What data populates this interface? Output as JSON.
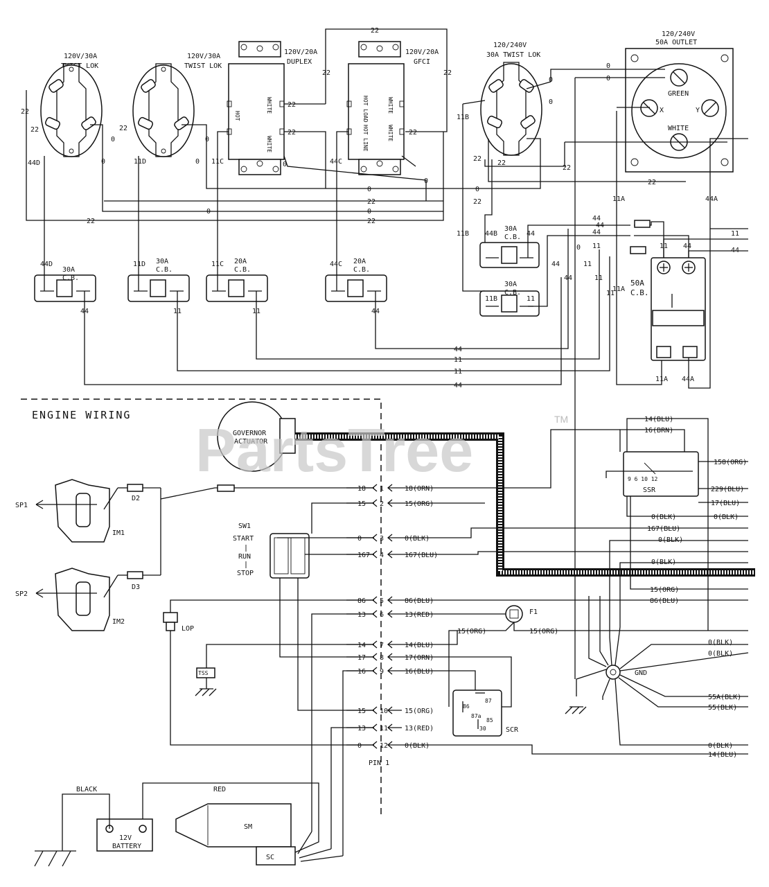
{
  "watermark": {
    "text": "PartsTree",
    "tm": "TM"
  },
  "receptacles": {
    "r1": {
      "label1": "120V/30A",
      "label2": "TWIST LOK"
    },
    "r2": {
      "label1": "120V/30A",
      "label2": "TWIST LOK"
    },
    "duplex": {
      "label1": "120V/20A",
      "label2": "DUPLEX",
      "hot": "HOT",
      "white": "WHITE"
    },
    "gfci": {
      "label1": "120V/20A",
      "label2": "GFCI",
      "hot": "HOT LOAD",
      "line": "HOT LINE",
      "white": "WHITE"
    },
    "r5": {
      "label1": "120/240V",
      "label2": "30A TWIST LOK"
    },
    "outlet50": {
      "label1": "120/240V",
      "label2": "50A OUTLET",
      "green": "GREEN",
      "white": "WHITE",
      "x": "X",
      "y": "Y"
    }
  },
  "breakers": {
    "cb1": {
      "rating": "30A",
      "type": "C.B.",
      "in": "44D",
      "out": "44"
    },
    "cb2": {
      "rating": "30A",
      "type": "C.B.",
      "in": "11D",
      "out": "11"
    },
    "cb3": {
      "rating": "20A",
      "type": "C.B.",
      "in": "11C",
      "out": "11"
    },
    "cb4": {
      "rating": "20A",
      "type": "C.B.",
      "in": "44C",
      "out": "44"
    },
    "cb5": {
      "rating": "30A",
      "type": "C.B.",
      "in": "44B",
      "out": "44"
    },
    "cb6": {
      "rating": "30A",
      "type": "C.B.",
      "in": "11B",
      "out": "11"
    },
    "cb50": {
      "rating": "50A",
      "type": "C.B.",
      "top_l": "11",
      "top_r": "44",
      "bot_l": "11A",
      "bot_r": "44A"
    }
  },
  "wire_labels": {
    "w22": "22",
    "w0": "0",
    "w44": "44",
    "w11": "11",
    "w11A": "11A",
    "w44A": "44A",
    "w11D": "11D",
    "w44D": "44D",
    "w11C": "11C",
    "w44C": "44C",
    "w11B": "11B",
    "w44B": "44B"
  },
  "engine": {
    "title": "ENGINE WIRING",
    "governor": {
      "line1": "GOVERNOR",
      "line2": "ACTUATOR"
    },
    "sp1": "SP1",
    "sp2": "SP2",
    "im1": "IM1",
    "im2": "IM2",
    "d2": "D2",
    "d3": "D3",
    "lop": "LOP",
    "tss": "TSS",
    "sw1": "SW1",
    "start": "START",
    "run": "RUN",
    "stop": "STOP",
    "f1": "F1",
    "scr": "SCR",
    "sm": "SM",
    "sc": "SC",
    "battery": {
      "line1": "12V",
      "line2": "BATTERY",
      "black": "BLACK",
      "red": "RED"
    },
    "pin": "PIN 1",
    "gnd": "GND",
    "ssr": "SSR"
  },
  "connector_rows": [
    {
      "left": "18",
      "pin": "1",
      "right": "18(ORN)"
    },
    {
      "left": "15",
      "pin": "2",
      "right": "15(ORG)"
    },
    {
      "left": "0",
      "pin": "3",
      "right": "0(BLK)"
    },
    {
      "left": "167",
      "pin": "4",
      "right": "167(BLU)"
    },
    {
      "left": "86",
      "pin": "5",
      "right": "86(BLU)"
    },
    {
      "left": "13",
      "pin": "6",
      "right": "13(RED)"
    },
    {
      "left": "14",
      "pin": "7",
      "right": "14(BLU)"
    },
    {
      "left": "17",
      "pin": "8",
      "right": "17(ORN)"
    },
    {
      "left": "16",
      "pin": "9",
      "right": "16(BLU)"
    },
    {
      "left": "15",
      "pin": "10",
      "right": "15(ORG)"
    },
    {
      "left": "13",
      "pin": "11",
      "right": "13(RED)"
    },
    {
      "left": "0",
      "pin": "12",
      "right": "0(BLK)"
    }
  ],
  "right_labels": [
    "14(BLU)",
    "16(BRN)",
    "158(ORG)",
    "229(BLU)",
    "17(BLU)",
    "0(BLK)",
    "0(BLK)",
    "167(BLU)",
    "0(BLK)",
    "0(BLK)",
    "15(ORG)",
    "86(BLU)",
    "0(BLK)",
    "0(BLK)",
    "55A(BLK)",
    "55(BLK)",
    "0(BLK)",
    "14(BLU)",
    "15(ORG)",
    "15(ORG)"
  ],
  "misc": {
    "ssr_pins": "9 6 10 12",
    "relay_pins": "86 87 87a 85 30"
  }
}
